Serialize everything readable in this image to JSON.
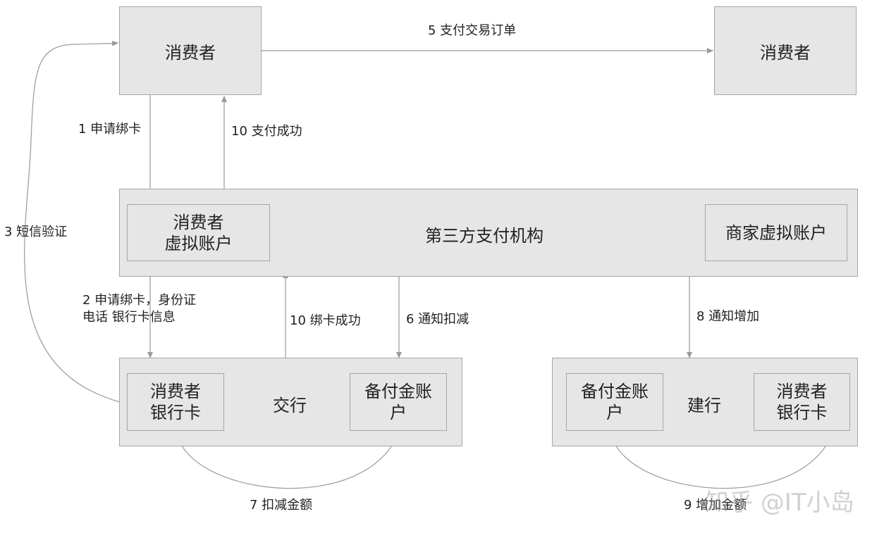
{
  "boxes": {
    "consumer_top": "消费者",
    "consumer_right": "消费者",
    "third_party": "第三方支付机构",
    "consumer_virtual_line1": "消费者",
    "consumer_virtual_line2": "虚拟账户",
    "merchant_virtual": "商家虚拟账户",
    "bocom": "交行",
    "bocom_card_line1": "消费者",
    "bocom_card_line2": "银行卡",
    "bocom_reserve_line1": "备付金账",
    "bocom_reserve_line2": "户",
    "ccb": "建行",
    "ccb_reserve_line1": "备付金账",
    "ccb_reserve_line2": "户",
    "ccb_card_line1": "消费者",
    "ccb_card_line2": "银行卡"
  },
  "labels": {
    "step1": "1 申请绑卡",
    "step10_pay": "10 支付成功",
    "step5": "5 支付交易订单",
    "step3": "3 短信验证",
    "step2_line1": "2 申请绑卡，身份证",
    "step2_line2": "电话 银行卡信息",
    "step10_bind": "10 绑卡成功",
    "step6": "6 通知扣减",
    "step8": "8 通知增加",
    "step7": "7 扣减金额",
    "step9": "9 增加金额"
  },
  "watermark": "知乎 @IT小岛",
  "colors": {
    "box_fill": "#e6e6e6",
    "box_border": "#a6a6a6",
    "arrow": "#9a9a9a"
  }
}
